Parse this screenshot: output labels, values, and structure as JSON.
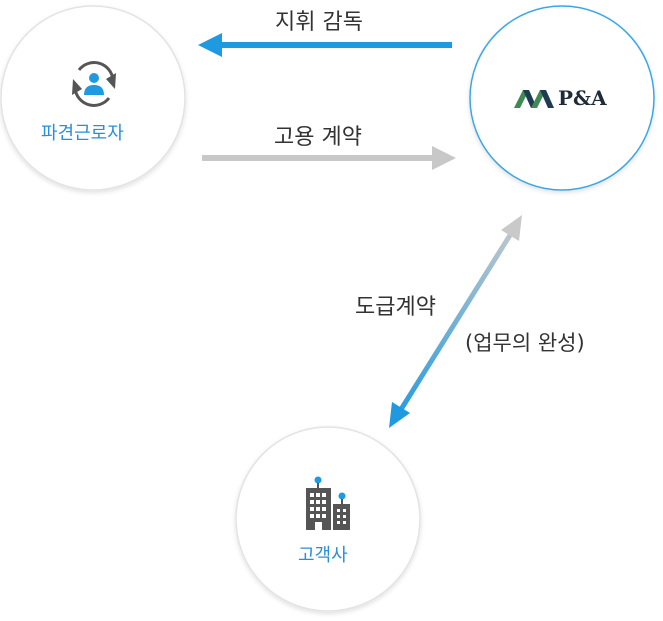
{
  "nodes": {
    "worker": {
      "label": "파견근로자",
      "icon": "worker-cycle-icon"
    },
    "company": {
      "brand": "P&A",
      "icon": "pa-logo-icon"
    },
    "client": {
      "label": "고객사",
      "icon": "building-icon"
    }
  },
  "edges": {
    "supervision": {
      "label": "지휘 감독"
    },
    "employment": {
      "label": "고용 계약"
    },
    "outsourcing": {
      "label": "도급계약",
      "sublabel": "(업무의 완성)"
    }
  },
  "colors": {
    "accent": "#1f9ae0",
    "arrow_gray": "#c8c8c8",
    "circle_border": "#e3e3e3",
    "company_border": "#3aa6e6",
    "icon_dark": "#555555",
    "logo_dark": "#1e3b52",
    "logo_green": "#3f8a52"
  }
}
